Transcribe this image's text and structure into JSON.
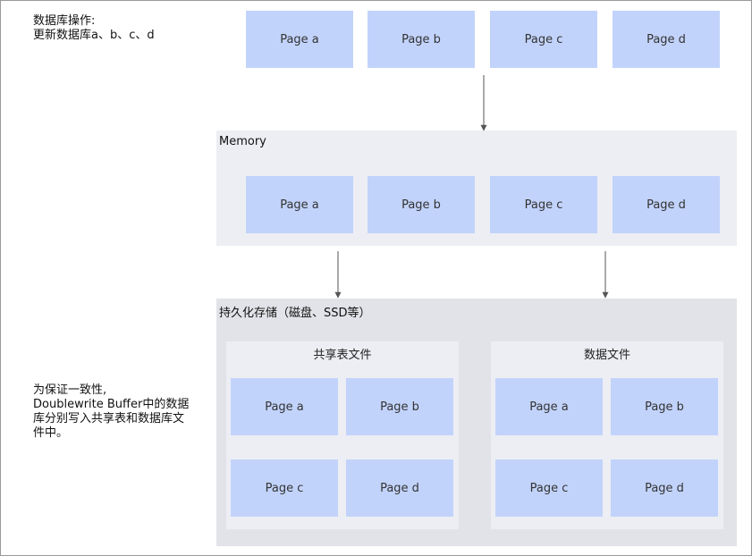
{
  "notes": {
    "top": [
      "数据库操作:",
      "更新数据库a、b、c、d"
    ],
    "bottom": [
      "为保证一致性,",
      "Doublewrite Buffer中的数据",
      "库分别写入共享表和数据库文",
      "件中。"
    ]
  },
  "top_pages": [
    "Page a",
    "Page b",
    "Page c",
    "Page d"
  ],
  "memory": {
    "label": "Memory",
    "pages": [
      "Page a",
      "Page b",
      "Page c",
      "Page d"
    ]
  },
  "storage": {
    "label": "持久化存储（磁盘、SSD等）",
    "shared": {
      "label": "共享表文件",
      "pages": [
        "Page a",
        "Page b",
        "Page c",
        "Page d"
      ]
    },
    "datafile": {
      "label": "数据文件",
      "pages": [
        "Page a",
        "Page b",
        "Page c",
        "Page d"
      ]
    }
  },
  "colors": {
    "page": "#c2d3fb",
    "memory_bg": "#eceef3",
    "storage_bg": "#e2e3e8",
    "arrow": "#555555"
  }
}
